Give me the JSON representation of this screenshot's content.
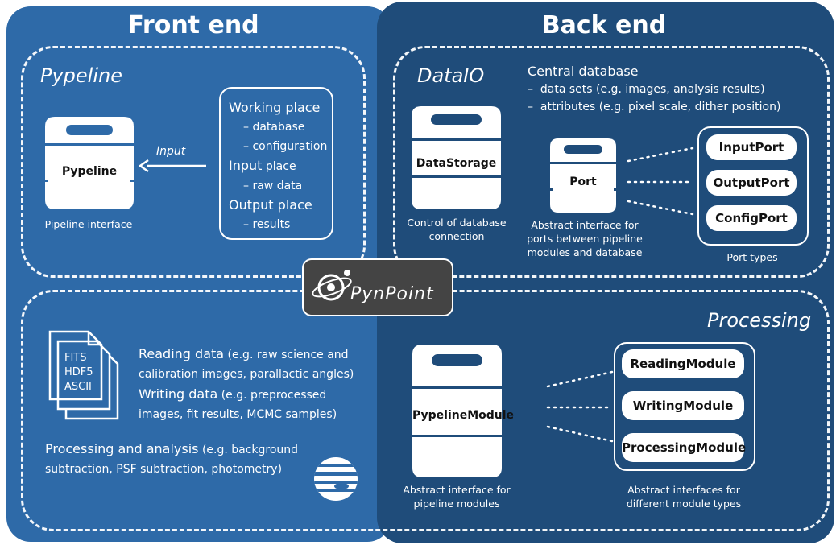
{
  "headings": {
    "front": "Front end",
    "back": "Back end"
  },
  "pypeline": {
    "section_title": "Pypeline",
    "db_label": "Pypeline",
    "db_caption": "Pipeline interface",
    "arrow_label": "Input",
    "working": {
      "title": "Working place",
      "items": [
        "database",
        "configuration"
      ]
    },
    "input_place": {
      "title_main": "Input",
      "title_rest": " place",
      "items": [
        "raw data"
      ]
    },
    "output_place": {
      "title": "Output place",
      "items": [
        "results"
      ]
    }
  },
  "dataio": {
    "section_title": "DataIO",
    "central_title": "Central database",
    "central_items": [
      "data sets (e.g. images, analysis results)",
      "attributes (e.g. pixel scale, dither position)"
    ],
    "storage_label": "DataStorage",
    "storage_caption": [
      "Control of database",
      "connection"
    ],
    "port_label": "Port",
    "port_caption": [
      "Abstract interface for",
      "ports between pipeline",
      "modules and database"
    ],
    "port_types": [
      "InputPort",
      "OutputPort",
      "ConfigPort"
    ],
    "port_types_caption": "Port types"
  },
  "logo": {
    "text": "PynPoint"
  },
  "processing": {
    "section_title": "Processing",
    "file_types": [
      "FITS",
      "HDF5",
      "ASCII"
    ],
    "reading": {
      "main": "Reading data",
      "rest": " (e.g. raw science and",
      "line2": "calibration images, parallactic angles)"
    },
    "writing": {
      "main": "Writing data",
      "rest": " (e.g. preprocessed",
      "line2": "images, fit results, MCMC samples)"
    },
    "analysis": {
      "main": "Processing and analysis",
      "rest": " (e.g. background",
      "line2": "subtraction, PSF subtraction, photometry)"
    },
    "module_label": "PypelineModule",
    "module_caption": [
      "Abstract interface for",
      "pipeline modules"
    ],
    "module_types": [
      "ReadingModule",
      "WritingModule",
      "ProcessingModule"
    ],
    "module_types_caption": [
      "Abstract interfaces for",
      "different module types"
    ]
  }
}
